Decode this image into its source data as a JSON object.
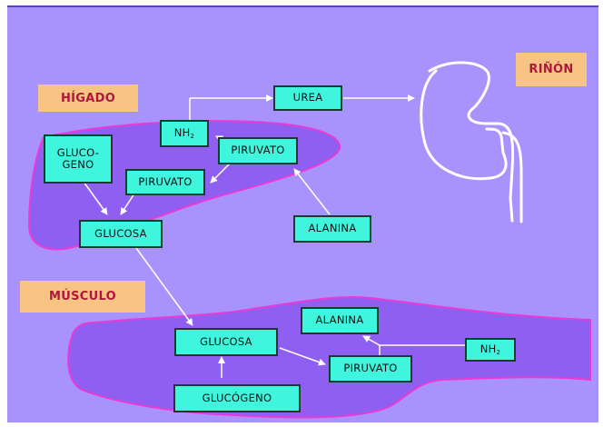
{
  "regions": {
    "higado": "HÍGADO",
    "musculo": "MÚSCULO",
    "rinon": "RIÑÓN"
  },
  "liver": {
    "glucogeno": "GLUCO-\nGENO",
    "glucosa": "GLUCOSA",
    "piruvato_left": "PIRUVATO",
    "piruvato_right": "PIRUVATO",
    "nh2_base": "NH",
    "nh2_sub": "2"
  },
  "urea": "UREA",
  "alanina_top": "ALANINA",
  "muscle": {
    "glucosa": "GLUCOSA",
    "glucogeno": "GLUCÓGENO",
    "alanina": "ALANINA",
    "piruvato": "PIRUVATO",
    "nh2_base": "NH",
    "nh2_sub": "2"
  },
  "colors": {
    "background": "#a892fb",
    "organ_fill": "#8f5ff2",
    "organ_outline": "#ea3bd5",
    "box_fill": "#3ff5de",
    "label_fill": "#f7c483",
    "label_text": "#b0173d",
    "arrow": "#ffffff"
  }
}
